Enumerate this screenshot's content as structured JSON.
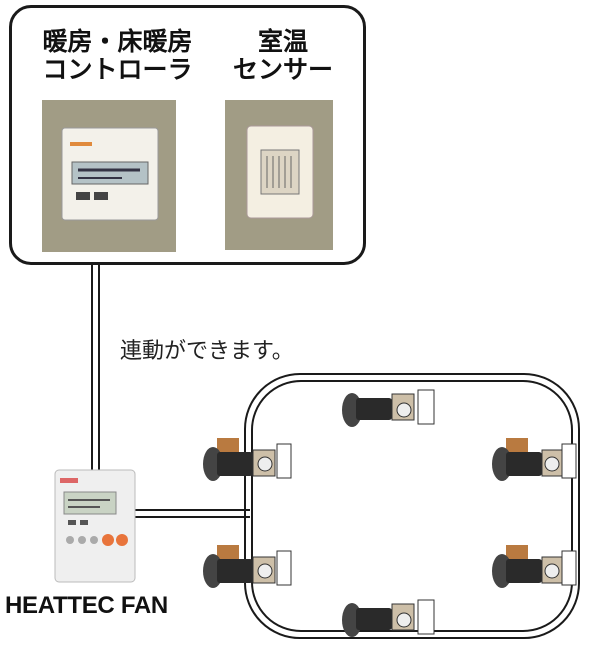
{
  "controller": {
    "label_line1": "暖房・床暖房",
    "label_line2": "コントローラ"
  },
  "sensor": {
    "label_line1": "室温",
    "label_line2": "センサー"
  },
  "link_note": "連動ができます。",
  "product_name": "HEATTEC FAN",
  "colors": {
    "line": "#1a1a1a",
    "photo_bg": "#a19c85",
    "accent_button": "#e8743b"
  }
}
